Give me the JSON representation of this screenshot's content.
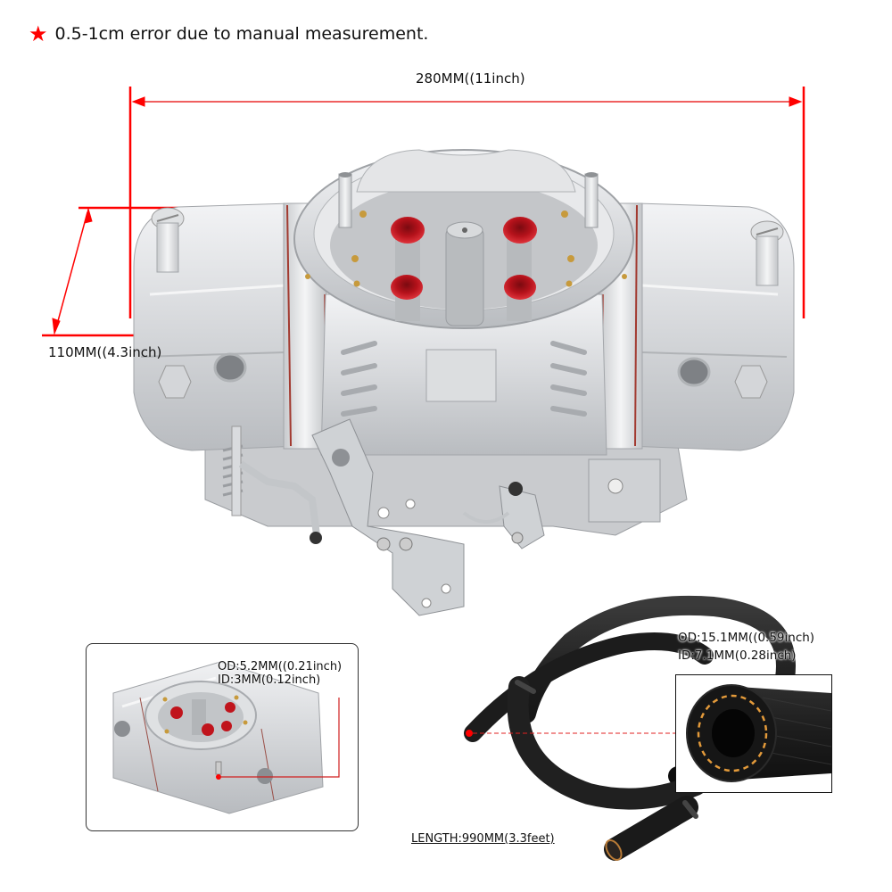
{
  "note": {
    "icon": "star-icon",
    "text": "0.5-1cm error due to manual measurement."
  },
  "dimensions": {
    "width_label": "280MM((11inch)",
    "height_label": "110MM((4.3inch)"
  },
  "inset": {
    "od_label": "OD:5.2MM((0.21inch)",
    "id_label": "ID:3MM(0.12inch)"
  },
  "hose": {
    "od_label": "OD:15.1MM((0.59inch)",
    "id_label": "ID:7.1MM(0.28inch)",
    "length_label": "LENGTH:990MM(3.3feet)"
  },
  "colors": {
    "annotation_red": "#ff0000",
    "accent_jet_red": "#c0141c",
    "aluminum": "#d9dadc",
    "hose_black": "#1a1a1a",
    "braid_orange": "#e39a3a"
  }
}
